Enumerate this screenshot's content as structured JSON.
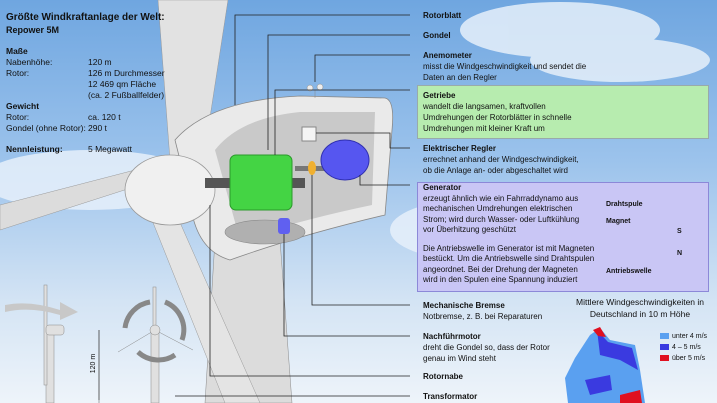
{
  "title": "Größte Windkraftanlage der Welt:",
  "subtitle": "Repower 5M",
  "specs": {
    "masse_heading": "Maße",
    "nabenhoehe_label": "Nabenhöhe:",
    "nabenhoehe_value": "120 m",
    "rotor_label": "Rotor:",
    "rotor_value_1": "126 m Durchmesser",
    "rotor_value_2": "12 469 qm Fläche",
    "rotor_value_3": "(ca. 2 Fußballfelder)",
    "gewicht_heading": "Gewicht",
    "gewicht_rotor_label": "Rotor:",
    "gewicht_rotor_value": "ca. 120 t",
    "gondel_label": "Gondel (ohne Rotor):",
    "gondel_value": "290 t",
    "nennleistung_label": "Nennleistung:",
    "nennleistung_value": "5 Megawatt"
  },
  "labels": {
    "rotorblatt": "Rotorblatt",
    "gondel": "Gondel",
    "anemometer_title": "Anemometer",
    "anemometer_text_1": "misst die Windgeschwindigkeit und sendet die",
    "anemometer_text_2": "Daten an den Regler",
    "getriebe_title": "Getriebe",
    "getriebe_text_1": "wandelt die langsamen, kraftvollen",
    "getriebe_text_2": "Umdrehungen der Rotorblätter in schnelle",
    "getriebe_text_3": "Umdrehungen mit kleiner Kraft um",
    "regler_title": "Elektrischer Regler",
    "regler_text_1": "errechnet anhand der Windgeschwindigkeit,",
    "regler_text_2": "ob die Anlage an- oder abgeschaltet wird",
    "generator_title": "Generator",
    "generator_text_1": "erzeugt ähnlich wie ein Fahrraddynamo aus",
    "generator_text_2": "mechanischen Umdrehungen elektrischen",
    "generator_text_3": "Strom; wird durch Wasser- oder Luftkühlung",
    "generator_text_4": "vor Überhitzung geschützt",
    "generator_text_5": "Die Antriebswelle im Generator ist mit Magneten",
    "generator_text_6": "bestückt. Um die Antriebswelle sind Drahtspulen",
    "generator_text_7": "angeordnet. Bei der Drehung der Magneten",
    "generator_text_8": "wird in den Spulen eine Spannung induziert",
    "drahtspule": "Drahtspule",
    "magnet": "Magnet",
    "antriebswelle": "Antriebswelle",
    "pole_s": "S",
    "pole_n": "N",
    "bremse_title": "Mechanische Bremse",
    "bremse_text": "Notbremse, z. B. bei Reparaturen",
    "nachfuehr_title": "Nachführmotor",
    "nachfuehr_text_1": "dreht die Gondel so, dass der Rotor",
    "nachfuehr_text_2": "genau im Wind steht",
    "rotornabe": "Rotornabe",
    "transformator": "Transformator",
    "height_marker": "120 m"
  },
  "map": {
    "title_1": "Mittlere Windgeschwindigkeiten in",
    "title_2": "Deutschland in 10 m Höhe",
    "legend": [
      {
        "label": "unter 4 m/s",
        "color": "#5aa0f0"
      },
      {
        "label": "4 – 5 m/s",
        "color": "#3a3ae0"
      },
      {
        "label": "über 5 m/s",
        "color": "#e01020"
      }
    ]
  },
  "colors": {
    "getriebe_bg": "#b7ecaf",
    "generator_bg": "#c9c6f5",
    "gearbox": "#40d040",
    "generator": "#5050f0"
  }
}
